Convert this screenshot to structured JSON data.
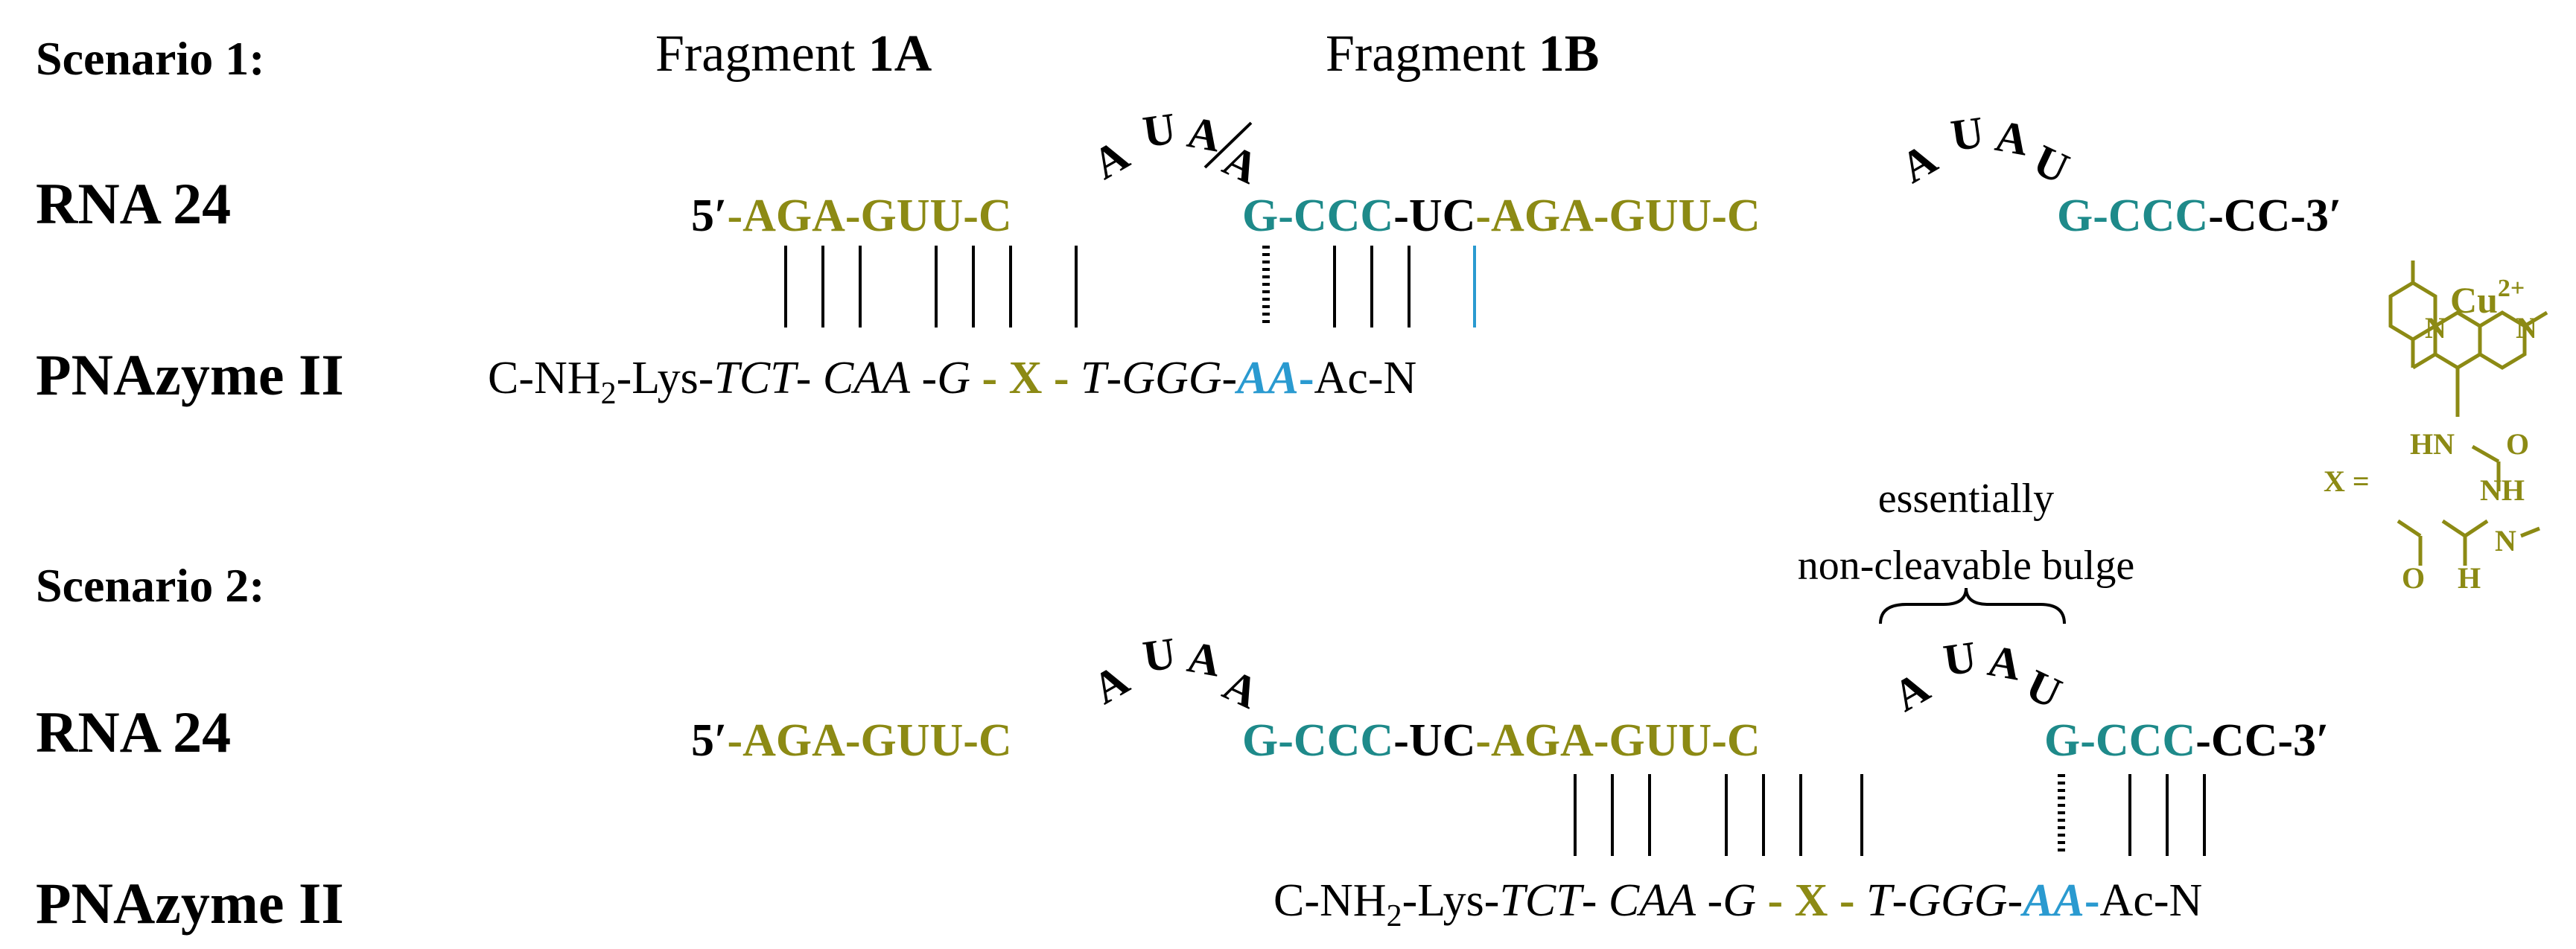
{
  "colors": {
    "olive": "#8C8A14",
    "teal": "#1E8A8A",
    "blue": "#2A9AD0",
    "black": "#000000"
  },
  "scenario1": {
    "label": "Scenario 1:",
    "fragA_text": "Fragment ",
    "fragA_bold": "1A",
    "fragB_text": "Fragment ",
    "fragB_bold": "1B",
    "rna_label": "RNA 24",
    "pna_label": "PNAzyme II",
    "rna_5prime": "5′",
    "rna_seg1": "-AGA-GUU-C",
    "loop1": [
      "A",
      "U",
      "A",
      "A"
    ],
    "rna_seg2_teal": "G-CCC",
    "rna_seg2_black": "-UC",
    "rna_seg3_olive": "-AGA-GUU-C",
    "loop2": [
      "A",
      "U",
      "A",
      "U"
    ],
    "rna_seg4_teal": "G-CCC",
    "rna_seg4_black": "-CC-3′",
    "pna_start": "C-NH",
    "pna_sub": "2",
    "pna_lys": "-Lys-",
    "pna_tct": "TCT",
    "pna_dash1": "- ",
    "pna_caa": "CAA",
    "pna_dash2": " -",
    "pna_g": "G",
    "pna_x": " - X - ",
    "pna_t": "T",
    "pna_dash3": "-",
    "pna_ggg": "GGG",
    "pna_dash4": "-",
    "pna_aa": "AA",
    "pna_dash5": "-",
    "pna_end": "Ac-N"
  },
  "scenario2": {
    "label": "Scenario 2:",
    "rna_label": "RNA 24",
    "pna_label": "PNAzyme II",
    "bulge_line1": "essentially",
    "bulge_line2": "non-cleavable bulge"
  },
  "legend": {
    "x_label": "X =",
    "cu": "Cu",
    "cu_sup": "2+",
    "atom_n1": "N",
    "atom_n2": "N",
    "atom_hn": "HN",
    "atom_o1": "O",
    "atom_nh": "NH",
    "atom_n3": "N",
    "atom_h": "H",
    "atom_o2": "O"
  }
}
